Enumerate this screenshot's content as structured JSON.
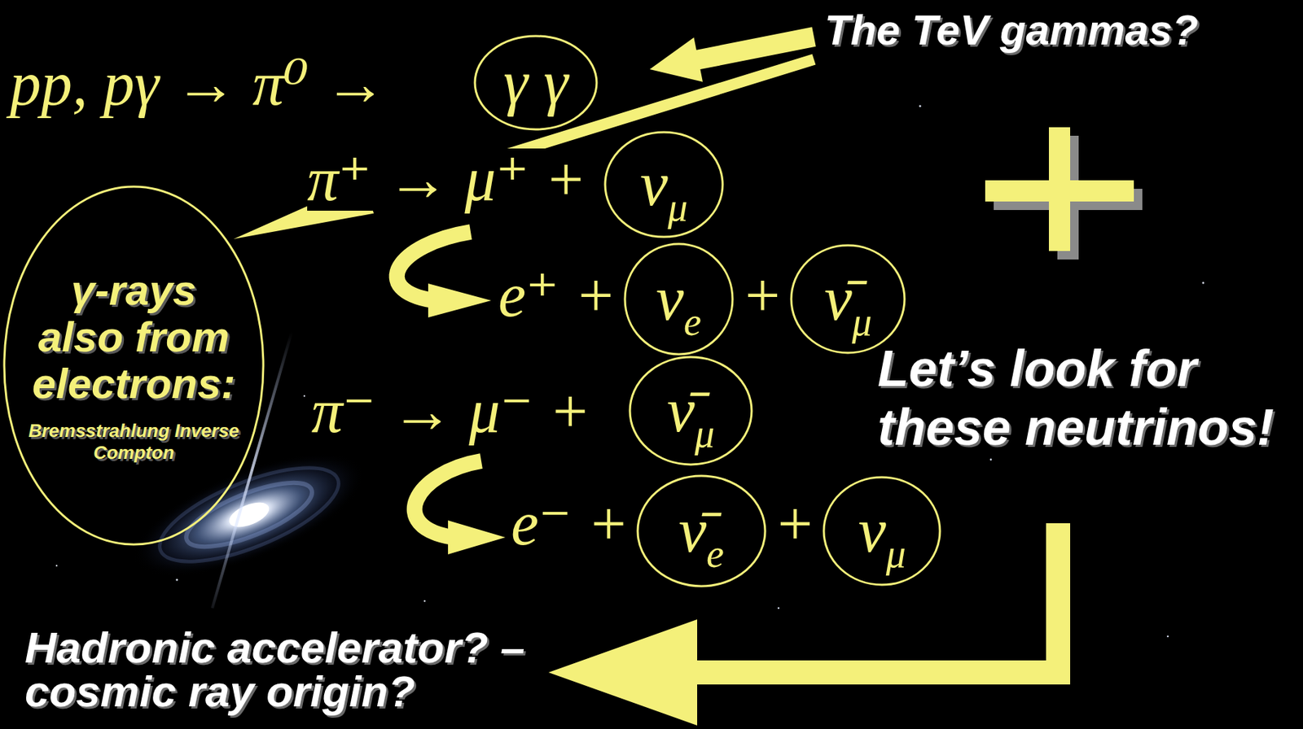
{
  "diagram": {
    "nodes": [
      {
        "text": [
          "γ γ"
        ]
      },
      {
        "text": [
          "ν",
          "μ"
        ]
      },
      {
        "text": [
          "ν",
          "e"
        ]
      },
      {
        "text": [
          "ν̄",
          "μ"
        ]
      },
      {
        "text": [
          "ν̄",
          "μ"
        ]
      },
      {
        "text": [
          "ν̄",
          "e"
        ]
      },
      {
        "text": [
          "ν",
          "μ"
        ]
      },
      {
        "text": [
          "γ-rays also from electrons:",
          "Bremsstrahlung Inverse Compton"
        ]
      }
    ],
    "labels": [
      "The TeV gammas?",
      "pp, pγ → π⁰ →",
      "π⁺ → μ⁺ +",
      "e⁺ +",
      "+",
      "π⁻ → μ⁻ +",
      "e⁻ +",
      "+",
      "Let’s look for these neutrinos!",
      "Hadronic accelerator? – cosmic ray origin?"
    ]
  }
}
